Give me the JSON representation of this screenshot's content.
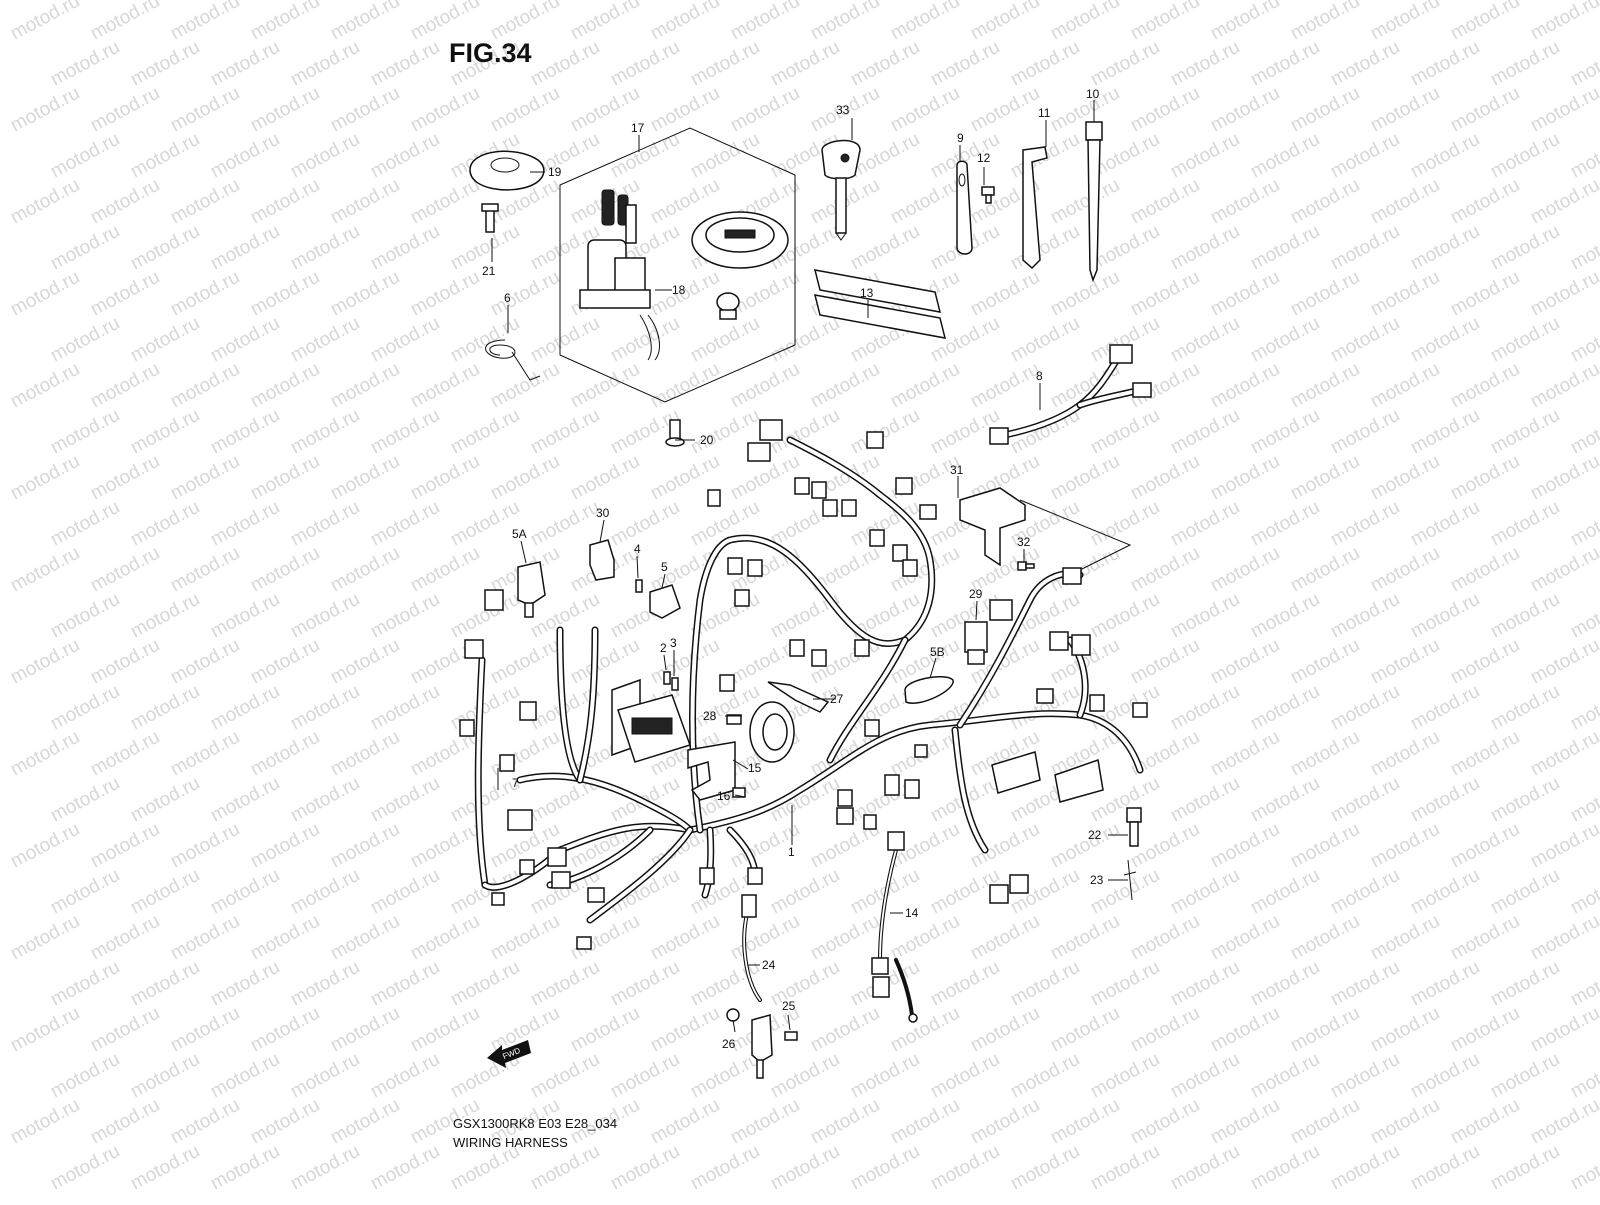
{
  "figure": {
    "title": "FIG.34",
    "model_code": "GSX1300RK8 E03 E28_034",
    "caption": "WIRING HARNESS",
    "watermark": "motod.ru",
    "fwd_label": "FWD"
  },
  "callouts": [
    "1",
    "2",
    "3",
    "4",
    "5",
    "5A",
    "5B",
    "6",
    "7",
    "8",
    "9",
    "10",
    "11",
    "12",
    "13",
    "14",
    "15",
    "16",
    "17",
    "18",
    "19",
    "20",
    "21",
    "22",
    "23",
    "24",
    "25",
    "26",
    "27",
    "28",
    "29",
    "30",
    "31",
    "32",
    "33"
  ]
}
